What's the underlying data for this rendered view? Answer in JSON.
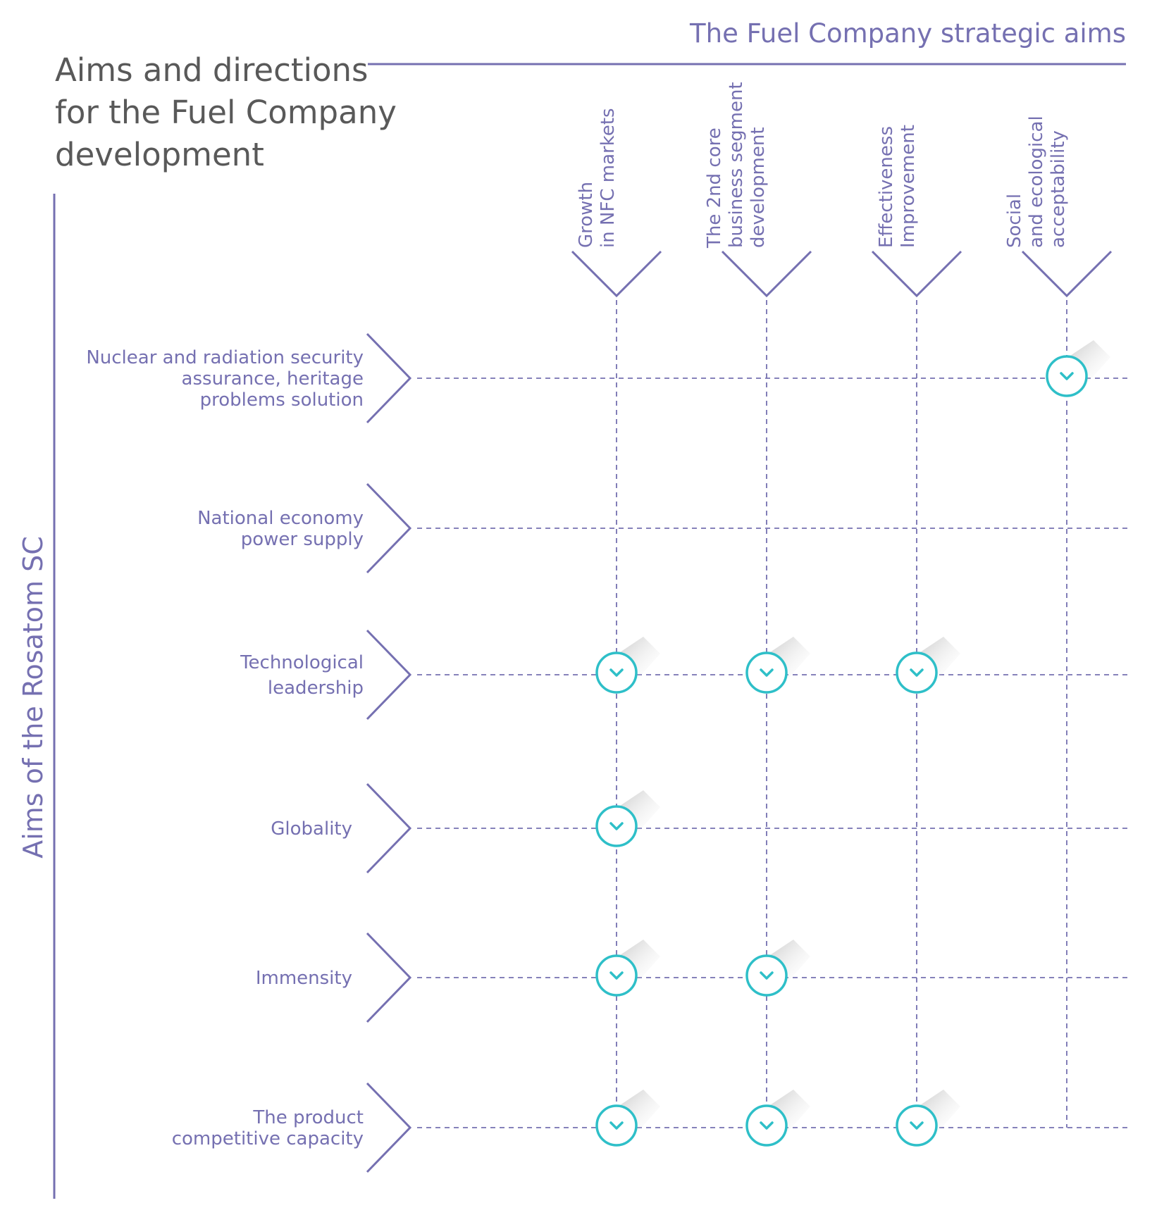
{
  "title": {
    "line1": "Aims and directions",
    "line2": "for the Fuel Company",
    "line3": "development"
  },
  "top_heading": "The Fuel Company strategic aims",
  "side_heading": "Aims of the Rosatom SC",
  "columns": [
    {
      "lines": [
        "Growth",
        "in NFC markets"
      ]
    },
    {
      "lines": [
        "The 2nd core",
        "business segment",
        "development"
      ]
    },
    {
      "lines": [
        "Effectiveness",
        "Improvement"
      ]
    },
    {
      "lines": [
        "Social",
        "and ecological",
        "acceptability"
      ]
    }
  ],
  "rows": [
    {
      "lines": [
        "Nuclear and radiation security",
        "assurance, heritage",
        "problems solution"
      ],
      "checks": [
        false,
        false,
        false,
        true
      ]
    },
    {
      "lines": [
        "National economy",
        "power supply"
      ],
      "checks": [
        false,
        false,
        false,
        false
      ]
    },
    {
      "lines": [
        "Technological",
        "leadership"
      ],
      "checks": [
        true,
        true,
        true,
        false
      ]
    },
    {
      "lines": [
        "Globality"
      ],
      "checks": [
        true,
        false,
        false,
        false
      ]
    },
    {
      "lines": [
        "Immensity"
      ],
      "checks": [
        true,
        true,
        false,
        false
      ]
    },
    {
      "lines": [
        "The product",
        "competitive capacity"
      ],
      "checks": [
        true,
        true,
        true,
        false
      ]
    }
  ],
  "colors": {
    "accent": "#7570b1",
    "check": "#2ebfc8",
    "title_text": "#595959"
  },
  "icons": {
    "check": "chevron-down-in-circle-icon",
    "row_marker": "chevron-right-icon",
    "column_marker": "chevron-down-icon"
  }
}
